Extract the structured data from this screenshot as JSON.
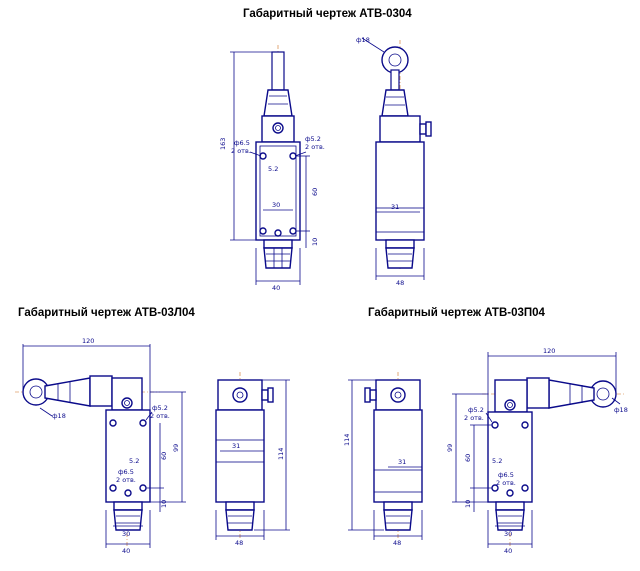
{
  "titles": {
    "top": "Габаритный чертеж  АТВ-0304",
    "left": "Габаритный чертеж  АТВ-03Л04",
    "right": "Габаритный чертеж  АТВ-03П04"
  },
  "drawing_atv0304": {
    "front": {
      "height": "163",
      "hole_left": "ф6.5",
      "hole_left_qty": "2 отв.",
      "hole_right": "ф5.2",
      "hole_right_qty": "2 отв.",
      "offset": "5.2",
      "spacing_h": "30",
      "spacing_v": "60",
      "bottom": "10",
      "width": "40"
    },
    "side": {
      "roller": "ф18",
      "width_inner": "31",
      "width": "48"
    }
  },
  "drawing_atv03l04": {
    "front": {
      "length": "120",
      "roller": "ф18",
      "hole_right": "ф5.2",
      "hole_right_qty": "2 отв.",
      "height": "99",
      "spacing_v": "60",
      "offset": "5.2",
      "hole_left": "ф6.5",
      "hole_left_qty": "2 отв.",
      "bottom": "10",
      "spacing_h": "30",
      "width": "40"
    },
    "side": {
      "height": "114",
      "width_inner": "31",
      "width": "48"
    }
  },
  "drawing_atv03p04": {
    "side": {
      "height": "114",
      "width_inner": "31",
      "width": "48"
    },
    "front": {
      "length": "120",
      "roller": "ф18",
      "hole_right": "ф5.2",
      "hole_right_qty": "2 отв.",
      "height": "99",
      "spacing_v": "60",
      "offset": "5.2",
      "hole_left": "ф6.5",
      "hole_left_qty": "2 отв.",
      "bottom": "10",
      "spacing_h": "30",
      "width": "40"
    }
  }
}
